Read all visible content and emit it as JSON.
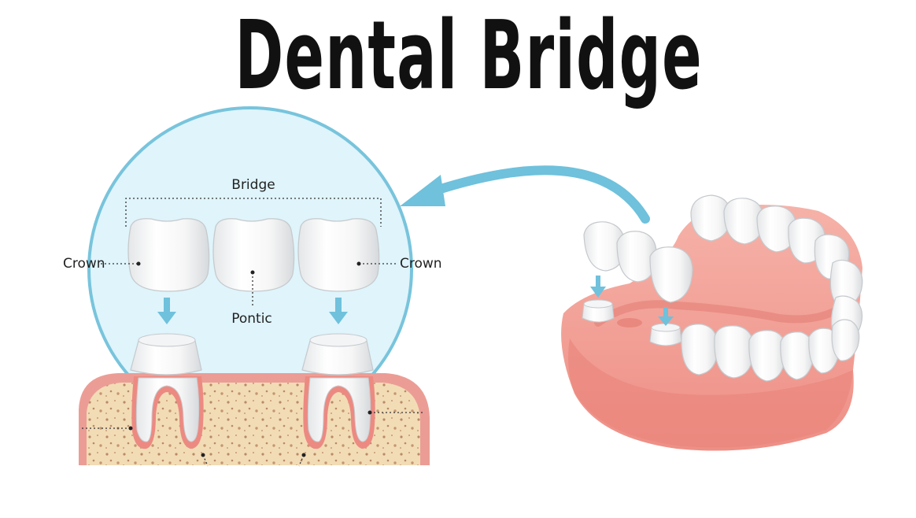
{
  "title": "Dental Bridge",
  "labels": {
    "bridge": "Bridge",
    "crown_left": "Crown",
    "crown_right": "Crown",
    "pontic": "Pontic"
  },
  "colors": {
    "circle_fill": "#dff4fb",
    "circle_stroke": "#78c4dc",
    "arrow": "#6fc1dc",
    "gum": "#f3a39b",
    "gum_dark": "#e2827a",
    "bone": "#f2dcb6",
    "tooth": "#f7f7f7",
    "tooth_shadow": "#d9dcdf",
    "text": "#222222"
  }
}
